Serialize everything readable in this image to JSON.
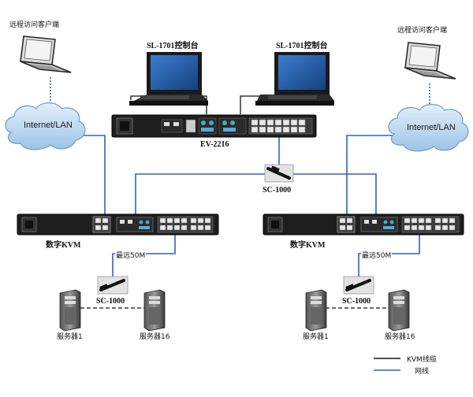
{
  "labels": {
    "remote_client_left": "远程访问客户端",
    "remote_client_right": "远程访问客户端",
    "console_left": "SL-1701控制台",
    "console_right": "SL-1701控制台",
    "cloud_left": "Internet/LAN",
    "cloud_right": "Internet/LAN",
    "main_switch": "EV-2216",
    "sc_center": "SC-1000",
    "kvm_left": "数字KVM",
    "kvm_right": "数字KVM",
    "distance_left": "最远50M",
    "distance_right": "最远50M",
    "sc_left": "SC-1000",
    "sc_right": "SC-1000",
    "server_ll": "服务器1",
    "server_lr": "服务器16",
    "server_rl": "服务器1",
    "server_rr": "服务器16"
  },
  "legend": {
    "kvm_cable": "KVM线缆",
    "network_cable": "网线"
  },
  "colors": {
    "network_line": "#2f64b8",
    "kvm_line": "#111111",
    "cloud_fill": "#bcd9f0",
    "cloud_stroke": "#6b9cc8",
    "device_body": "#1e1e1e",
    "screen": "#1f5ea8"
  }
}
